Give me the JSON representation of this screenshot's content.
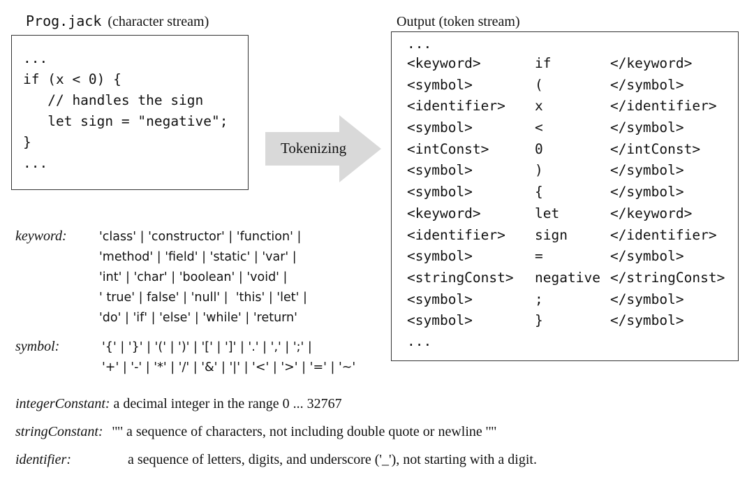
{
  "input": {
    "filename": "Prog.jack",
    "caption": "(character stream)",
    "code_lines": [
      "...",
      "if (x < 0) {",
      "   // handles the sign",
      "   let sign = \"negative\";",
      "}",
      "..."
    ]
  },
  "arrow": {
    "label": "Tokenizing"
  },
  "output": {
    "title": "Output (token stream)",
    "top_ellipsis": "...",
    "bottom_ellipsis": "...",
    "tokens": [
      {
        "open": "<keyword>",
        "value": "if",
        "close": "</keyword>"
      },
      {
        "open": "<symbol>",
        "value": "(",
        "close": "</symbol>"
      },
      {
        "open": "<identifier>",
        "value": "x",
        "close": "</identifier>"
      },
      {
        "open": "<symbol>",
        "value": "<",
        "close": "</symbol>"
      },
      {
        "open": "<intConst>",
        "value": "0",
        "close": "</intConst>"
      },
      {
        "open": "<symbol>",
        "value": ")",
        "close": "</symbol>"
      },
      {
        "open": "<symbol>",
        "value": "{",
        "close": "</symbol>"
      },
      {
        "open": "<keyword>",
        "value": "let",
        "close": "</keyword>"
      },
      {
        "open": "<identifier>",
        "value": "sign",
        "close": "</identifier>"
      },
      {
        "open": "<symbol>",
        "value": "=",
        "close": "</symbol>"
      },
      {
        "open": "<stringConst>",
        "value": "negative",
        "close": "</stringConst>"
      },
      {
        "open": "<symbol>",
        "value": ";",
        "close": "</symbol>"
      },
      {
        "open": "<symbol>",
        "value": "}",
        "close": "</symbol>"
      }
    ]
  },
  "grammar": {
    "keyword": {
      "label": "keyword:",
      "lines": [
        "'class' | 'constructor' | 'function' |",
        "'method' | 'field' | 'static' | 'var' |",
        "'int' | 'char' | 'boolean' | 'void' |",
        "' true' | false' | 'null' |  'this' | 'let' |",
        "'do' | 'if' | 'else' | 'while' | 'return'"
      ]
    },
    "symbol": {
      "label": "symbol:",
      "lines": [
        "'{' | '}' | '(' | ')' | '[' | ']' | '.' | ',' | ';' |",
        "'+' | '-' | '*' | '/' | '&' | '|' | '<' | '>' | '=' | '~'"
      ]
    },
    "integerConstant": {
      "label": "integerConstant:",
      "text": "a decimal integer in the range 0 ... 32767"
    },
    "stringConstant": {
      "label": "stringConstant:",
      "text": "'\"' a sequence of characters, not including double quote or newline '\"'"
    },
    "identifier": {
      "label": "identifier:",
      "text": "a sequence of letters, digits, and underscore ('_'), not starting with a digit."
    }
  }
}
